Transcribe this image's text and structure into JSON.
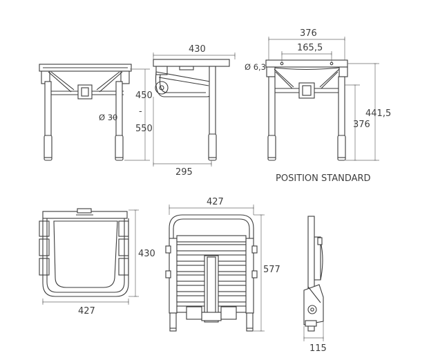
{
  "dimensions": {
    "front_height_top": "450",
    "front_height_dash": "-",
    "front_height_bottom": "550",
    "front_tube_diameter": "Ø 30",
    "side_width": "430",
    "side_depth": "295",
    "rear_width": "376",
    "rear_inner_width": "165,5",
    "rear_hole_diameter": "Ø 6,3",
    "rear_height_total": "441,5",
    "rear_height_leg": "376",
    "top_view_depth": "430",
    "top_view_width": "427",
    "back_view_width": "427",
    "back_view_height": "577",
    "folded_depth": "115"
  },
  "caption": "POSITION STANDARD"
}
